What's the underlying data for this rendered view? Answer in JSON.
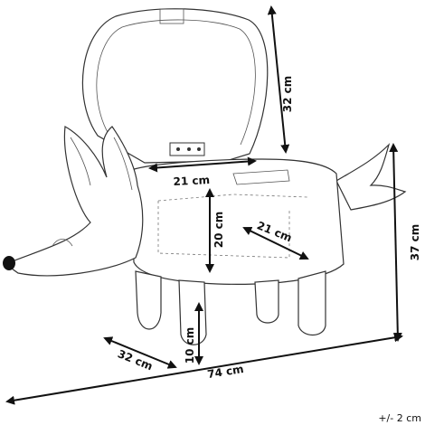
{
  "dimensions": {
    "lid_height": "32 cm",
    "seat_width": "21 cm",
    "inner_height": "20 cm",
    "inner_depth": "21 cm",
    "total_height": "37 cm",
    "leg_height": "10 cm",
    "depth": "32 cm",
    "length": "74 cm"
  },
  "tolerance_note": "+/- 2 cm"
}
